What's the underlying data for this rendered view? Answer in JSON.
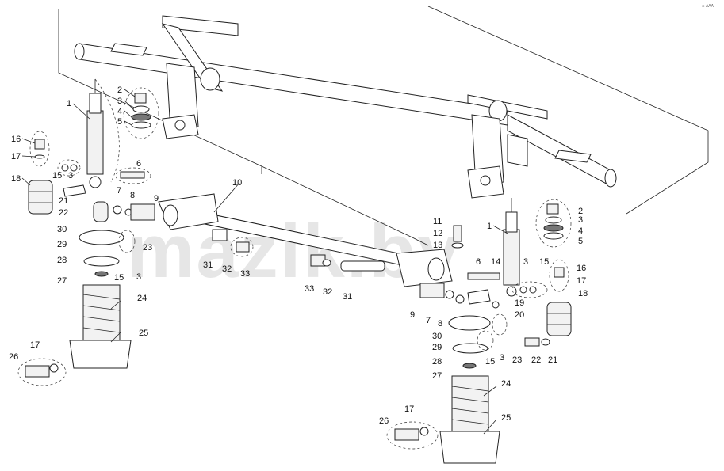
{
  "watermark": "mazik.by",
  "corner_mark": "∞ ААА",
  "callouts": {
    "left": [
      "1",
      "2",
      "3",
      "4",
      "5",
      "16",
      "17",
      "18",
      "15",
      "3",
      "6",
      "21",
      "22",
      "7",
      "8",
      "9",
      "30",
      "29",
      "23",
      "28",
      "15",
      "3",
      "27",
      "24",
      "25",
      "17",
      "26",
      "31",
      "32",
      "33",
      "10"
    ],
    "center": [
      "33",
      "32",
      "31",
      "11",
      "12",
      "13"
    ],
    "right": [
      "1",
      "2",
      "3",
      "4",
      "5",
      "16",
      "17",
      "18",
      "15",
      "3",
      "6",
      "14",
      "19",
      "20",
      "9",
      "7",
      "8",
      "30",
      "29",
      "3",
      "15",
      "23",
      "22",
      "21",
      "28",
      "27",
      "24",
      "25",
      "17",
      "26"
    ]
  }
}
